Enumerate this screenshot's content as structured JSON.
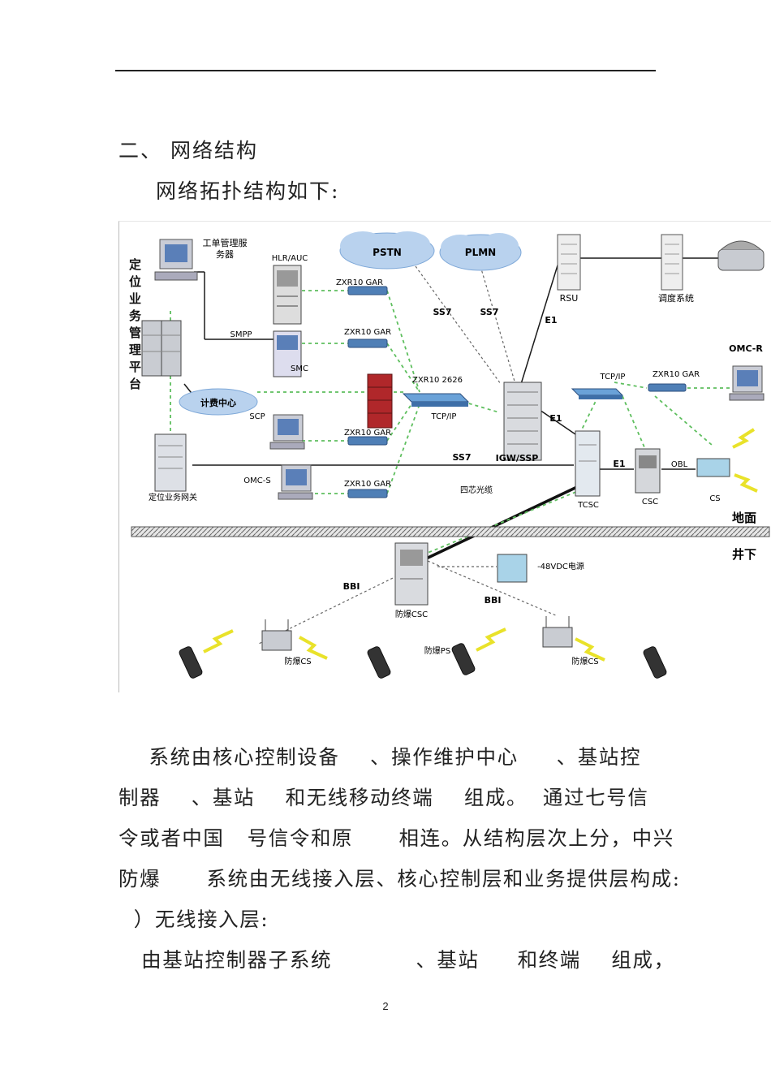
{
  "section": {
    "number": "二、",
    "title": "网络结构"
  },
  "intro": "网络拓扑结构如下:",
  "diagram": {
    "platform_label": "定位业务管理平台",
    "work_order_server_line1": "工单管理服",
    "work_order_server_line2": "务器",
    "hlr_auc": "HLR/AUC",
    "smpp": "SMPP",
    "smc": "SMC",
    "billing_center": "计费中心",
    "scp": "SCP",
    "location_gateway": "定位业务网关",
    "omc_s": "OMC-S",
    "pstn": "PSTN",
    "plmn": "PLMN",
    "router1": "ZXR10 GAR",
    "router2": "ZXR10 GAR",
    "switch_main": "ZXR10 2626",
    "router3": "ZXR10 GAR",
    "router4": "ZXR10 GAR",
    "tcpip_left": "TCP/IP",
    "ss7_1": "SS7",
    "ss7_2": "SS7",
    "e1_top": "E1",
    "rsu": "RSU",
    "dispatch": "调度系统",
    "tcpip_right": "TCP/IP",
    "router5": "ZXR10 GAR",
    "omc_r": "OMC-R",
    "igw_ssp": "IGW/SSP",
    "ss7_mid": "SS7",
    "e1_mid": "E1",
    "e1_right": "E1",
    "obl": "OBL",
    "fiber": "四芯光缆",
    "tcsc": "TCSC",
    "csc": "CSC",
    "cs": "CS",
    "ground": "地面",
    "underground": "井下",
    "power": "-48VDC电源",
    "bbi_left": "BBI",
    "bbi_right": "BBI",
    "ex_csc": "防爆CSC",
    "ex_cs_left": "防爆CS",
    "ex_ps": "防爆PS",
    "ex_cs_right": "防爆CS"
  },
  "body_lines": [
    "    系统由核心控制设备    、操作维护中心     、基站控",
    "制器    、基站    和无线移动终端    组成。  通过七号信",
    "令或者中国   号信令和原      相连。从结构层次上分，中兴",
    "防爆      系统由无线接入层、核心控制层和业务提供层构成:",
    "  ）无线接入层:",
    "   由基站控制器子系统           、基站     和终端    组成，"
  ],
  "page_number": "2"
}
